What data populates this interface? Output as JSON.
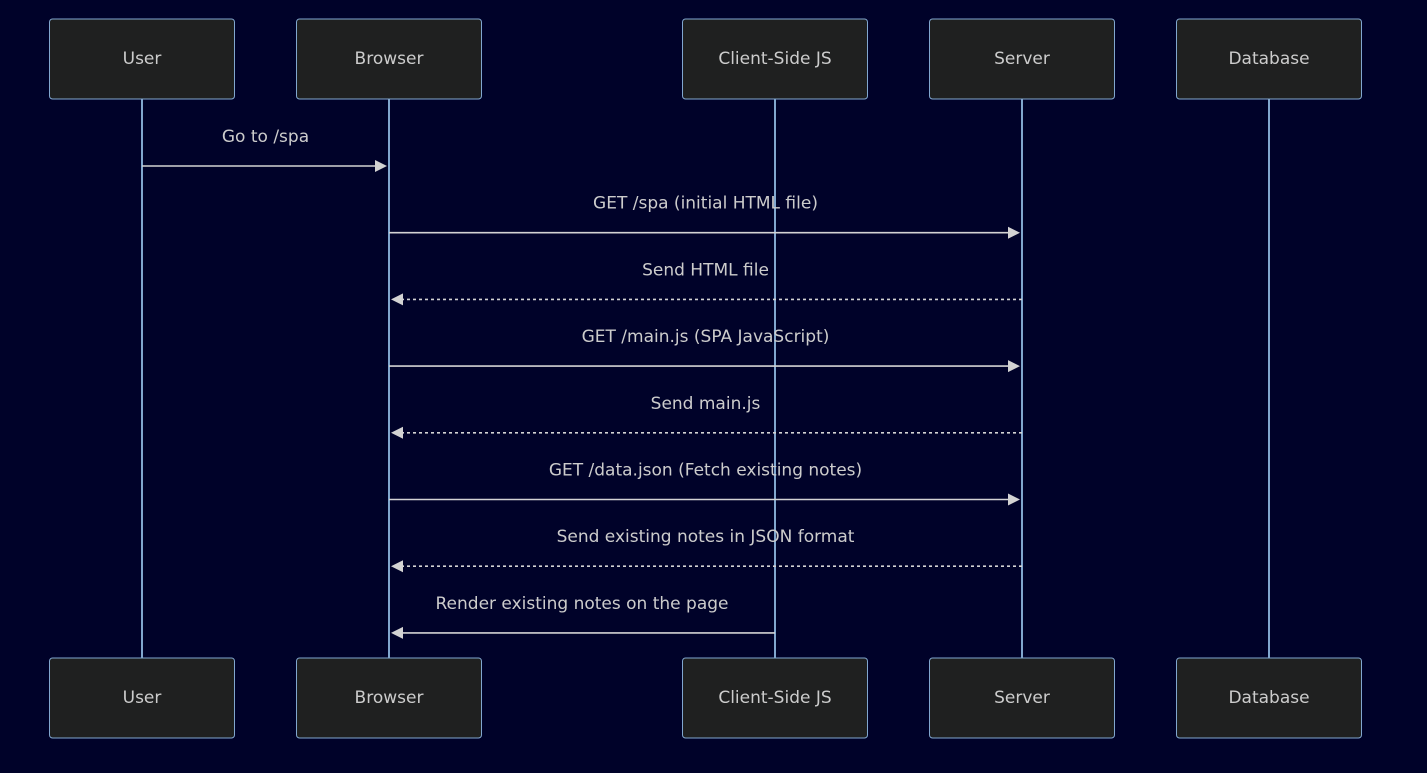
{
  "colors": {
    "background": "#000229",
    "actor_fill": "#1f2020",
    "actor_stroke": "#81a7cf",
    "lifeline": "#81a7cf",
    "message_line": "#d3d3d3",
    "text": "#cccccc"
  },
  "participants": [
    {
      "id": "user",
      "label": "User"
    },
    {
      "id": "browser",
      "label": "Browser"
    },
    {
      "id": "client_js",
      "label": "Client-Side JS"
    },
    {
      "id": "server",
      "label": "Server"
    },
    {
      "id": "database",
      "label": "Database"
    }
  ],
  "messages": [
    {
      "from": "user",
      "to": "browser",
      "label": "Go to /spa",
      "style": "solid"
    },
    {
      "from": "browser",
      "to": "server",
      "label": "GET /spa (initial HTML file)",
      "style": "solid"
    },
    {
      "from": "server",
      "to": "browser",
      "label": "Send HTML file",
      "style": "dashed"
    },
    {
      "from": "browser",
      "to": "server",
      "label": "GET /main.js (SPA JavaScript)",
      "style": "solid"
    },
    {
      "from": "server",
      "to": "browser",
      "label": "Send main.js",
      "style": "dashed"
    },
    {
      "from": "browser",
      "to": "server",
      "label": "GET /data.json (Fetch existing notes)",
      "style": "solid"
    },
    {
      "from": "server",
      "to": "browser",
      "label": "Send existing notes in JSON format",
      "style": "dashed"
    },
    {
      "from": "client_js",
      "to": "browser",
      "label": "Render existing notes on the page",
      "style": "solid"
    }
  ]
}
